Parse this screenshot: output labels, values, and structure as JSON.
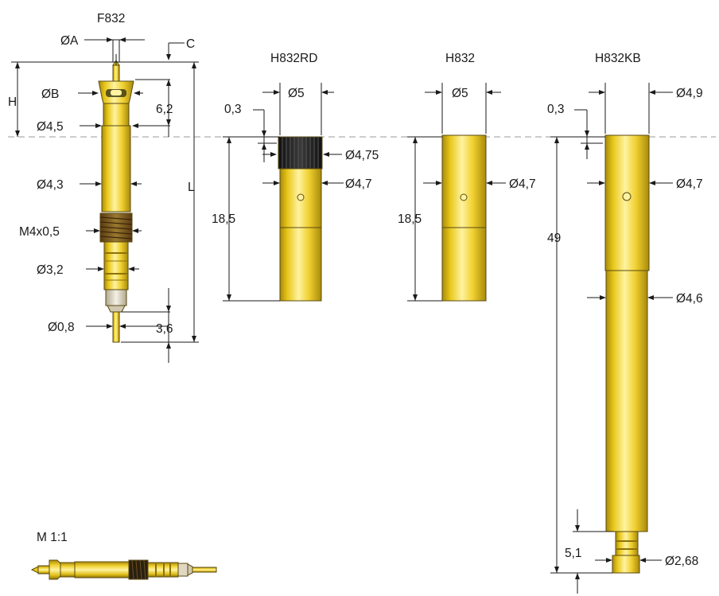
{
  "titles": {
    "f832": "F832",
    "h832rd": "H832RD",
    "h832": "H832",
    "h832kb": "H832KB",
    "scale": "M 1:1"
  },
  "f832_dims": {
    "a": "ØA",
    "c": "C",
    "h": "H",
    "b": "ØB",
    "d62": "6,2",
    "d45": "Ø4,5",
    "d43": "Ø4,3",
    "l": "L",
    "m4": "M4x0,5",
    "d32": "Ø3,2",
    "d08": "Ø0,8",
    "d36": "3,6"
  },
  "h832rd_dims": {
    "d03": "0,3",
    "d5": "Ø5",
    "d475": "Ø4,75",
    "d47": "Ø4,7",
    "d185": "18,5"
  },
  "h832_dims": {
    "d5": "Ø5",
    "d47": "Ø4,7",
    "d185": "18,5"
  },
  "h832kb_dims": {
    "d03": "0,3",
    "d49": "Ø4,9",
    "d47": "Ø4,7",
    "len49": "49",
    "d46": "Ø4,6",
    "d51": "5,1",
    "d268": "Ø2,68"
  },
  "colors": {
    "brass": "#e8c71a",
    "brass_light": "#fbe97a",
    "brass_dark": "#a88a0a",
    "knurl": "#1e1e1e",
    "thread": "#7a5a1a",
    "centerline": "#9a9a9a",
    "line": "#1a1a1a"
  }
}
